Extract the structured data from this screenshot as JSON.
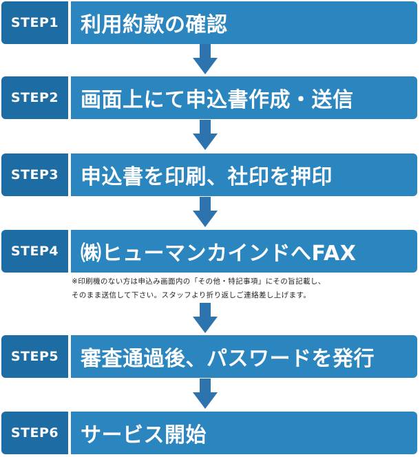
{
  "steps": [
    {
      "label": "STEP1",
      "title": "利用約款の確認"
    },
    {
      "label": "STEP2",
      "title": "画面上にて申込書作成・送信"
    },
    {
      "label": "STEP3",
      "title": "申込書を印刷、社印を押印"
    },
    {
      "label": "STEP4",
      "title": "㈱ヒューマンカインドへFAX"
    },
    {
      "label": "STEP5",
      "title": "審査通過後、パスワードを発行"
    },
    {
      "label": "STEP6",
      "title": "サービス開始"
    }
  ],
  "note": {
    "line1": "※印刷機のない方は申込み画面内の「その他・特記事項」にその旨記載し、",
    "line2": "そのまま送信して下さい。スタッフより折り返しご連絡差し上げます。"
  },
  "colors": {
    "label_bg": "#1d6ca3",
    "title_bg": "#2b86bf",
    "arrow": "#2d73ad"
  }
}
